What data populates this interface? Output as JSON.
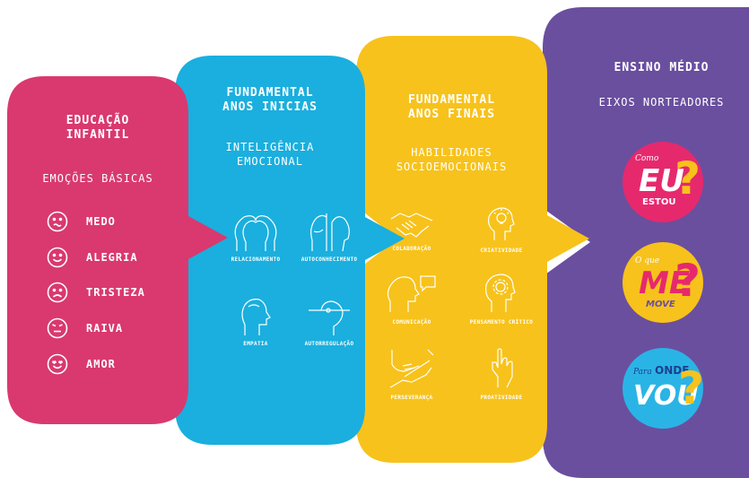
{
  "colors": {
    "infantil": "#d9396f",
    "anos_iniciais": "#1aafde",
    "anos_finais": "#f7c21b",
    "medio": "#6a4f9f",
    "badge_pink": "#e6296d",
    "badge_yellow": "#f7c21b",
    "badge_blue": "#2ab4e6"
  },
  "educacao_infantil": {
    "title": [
      "EDUCAÇÃO",
      "INFANTIL"
    ],
    "subtitle": "EMOÇÕES BÁSICAS",
    "emotions": [
      {
        "label": "MEDO",
        "icon": "worried-face-icon"
      },
      {
        "label": "ALEGRIA",
        "icon": "smiling-face-icon"
      },
      {
        "label": "TRISTEZA",
        "icon": "sad-face-icon"
      },
      {
        "label": "RAIVA",
        "icon": "angry-face-icon"
      },
      {
        "label": "AMOR",
        "icon": "heart-eyes-face-icon"
      }
    ]
  },
  "anos_iniciais": {
    "title": [
      "FUNDAMENTAL",
      "ANOS INICIAS"
    ],
    "subtitle": [
      "INTELIGÊNCIA",
      "EMOCIONAL"
    ],
    "skills": [
      {
        "label": "RELACIONAMENTO",
        "icon": "two-heads-icon"
      },
      {
        "label": "AUTOCONHECIMENTO",
        "icon": "mirror-head-icon"
      },
      {
        "label": "EMPATIA",
        "icon": "head-profile-icon"
      },
      {
        "label": "AUTORREGULAÇÃO",
        "icon": "head-balance-icon"
      }
    ]
  },
  "anos_finais": {
    "title": [
      "FUNDAMENTAL",
      "ANOS FINAIS"
    ],
    "subtitle": [
      "HABILIDADES",
      "SOCIOEMOCIONAIS"
    ],
    "skills": [
      {
        "label": "COLABORAÇÃO",
        "icon": "handshake-icon"
      },
      {
        "label": "CRIATIVIDADE",
        "icon": "lightbulb-head-icon"
      },
      {
        "label": "COMUNICAÇÃO",
        "icon": "speech-head-icon"
      },
      {
        "label": "PENSAMENTO CRÍTICO",
        "icon": "gear-head-icon"
      },
      {
        "label": "PERSEVERANÇA",
        "icon": "hands-rope-icon"
      },
      {
        "label": "PROATIVIDADE",
        "icon": "raised-hand-icon"
      }
    ]
  },
  "ensino_medio": {
    "title": "ENSINO MÉDIO",
    "subtitle": "EIXOS NORTEADORES",
    "badges": [
      {
        "small": "Como",
        "big": "EU",
        "small2": "ESTOU",
        "q": "?"
      },
      {
        "small": "O que",
        "big": "ME",
        "small2": "MOVE",
        "q": "?"
      },
      {
        "small": "Para",
        "small2": "ONDE",
        "big": "VOU",
        "q": "?"
      }
    ]
  }
}
